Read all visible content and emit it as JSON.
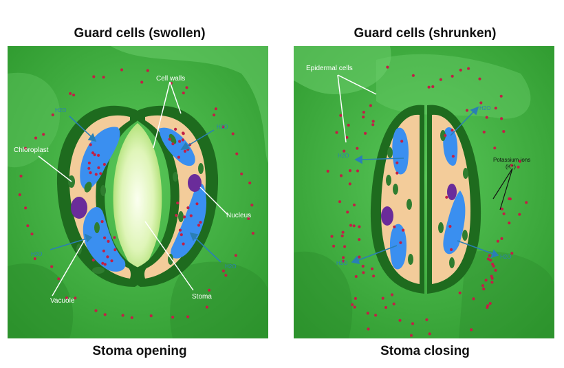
{
  "left_panel": {
    "title": "Guard cells (swollen)",
    "caption": "Stoma opening",
    "labels": {
      "cell_walls": "Cell walls",
      "chloroplast": "Chloroplast",
      "nucleus": "Nucleus",
      "vacuole": "Vacuole",
      "stoma": "Stoma",
      "water": "H2O"
    }
  },
  "right_panel": {
    "title": "Guard cells (shrunken)",
    "caption": "Stoma closing",
    "labels": {
      "epidermal_cells": "Epidermal cells",
      "potassium_ions": "Potassium ions",
      "potassium_symbol": "(K⁺)",
      "water": "H2O"
    }
  },
  "colors": {
    "background": "#3fae3f",
    "guard_cell_wall": "#1e6b1e",
    "cytoplasm": "#f3cc9a",
    "vacuole": "#3a8ff0",
    "nucleus": "#6a2c9a",
    "potassium_ion": "#c21f45",
    "water_arrow": "#2a7fb5",
    "label_text": "#ffffff"
  }
}
